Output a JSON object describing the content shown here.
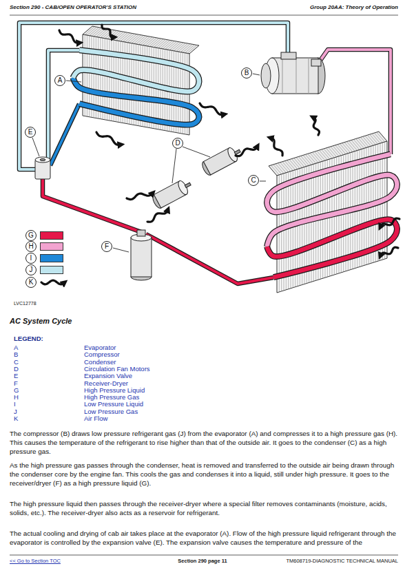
{
  "diagram": {
    "title": "AC System Cycle",
    "labels": [
      "Section 290 - CAB/OPEN OPERATOR'S STATION",
      "Group 20AA: Theory of Operation",
      "A",
      "B",
      "C",
      "D",
      "E",
      "F",
      "LVC12778",
      "LEGEND:",
      "A",
      "Evaporator",
      "B",
      "Compressor",
      "C",
      "Condenser",
      "D",
      "Circulation Fan Motors",
      "E",
      "Expansion Valve",
      "F",
      "Receiver-Dryer",
      "G",
      "High Pressure Liquid",
      "H",
      "High Pressure Gas",
      "I",
      "Low Pressure Liquid",
      "J",
      "Low Pressure Gas",
      "K",
      "Air Flow",
      "The compressor (B) draws low pressure refrigerant gas (J) from the evaporator (A) and compresses it to a high pressure gas (H). This causes the temperature of the refrigerant to rise higher than that of the outside air. It goes to the condenser (C) as a high pressure gas.",
      "As the high pressure gas passes through the condenser, heat is removed and transferred to the outside air being drawn through the condenser core by the engine fan. This cools the gas and condenses it into a liquid, still under high pressure. It goes to the receiver/dryer (F) as a high pressure liquid (G).",
      "The high pressure liquid then passes through the receiver-dryer where a special filter removes contaminants (moisture, acids, solids, etc.). The receiver-dryer also acts as a reservoir for refrigerant.",
      "The actual cooling and drying of cab air takes place at the evaporator (A). Flow of the high pressure liquid refrigerant through the evaporator is controlled by the expansion valve (E). The expansion valve causes the temperature and pressure of the",
      "<< Go to Section TOC",
      "Section 290 page 11",
      "TM608719-DIAGNOSTIC TECHNICAL MANUAL"
    ],
    "legend": [
      {
        "text": "G",
        "color": "#e5174a"
      },
      {
        "text": "H",
        "color": "#f2a3d0"
      },
      {
        "text": "I",
        "color": "#1e88d8"
      },
      {
        "text": "J",
        "color": "#bfe6ef"
      },
      {
        "text": "K"
      }
    ]
  }
}
